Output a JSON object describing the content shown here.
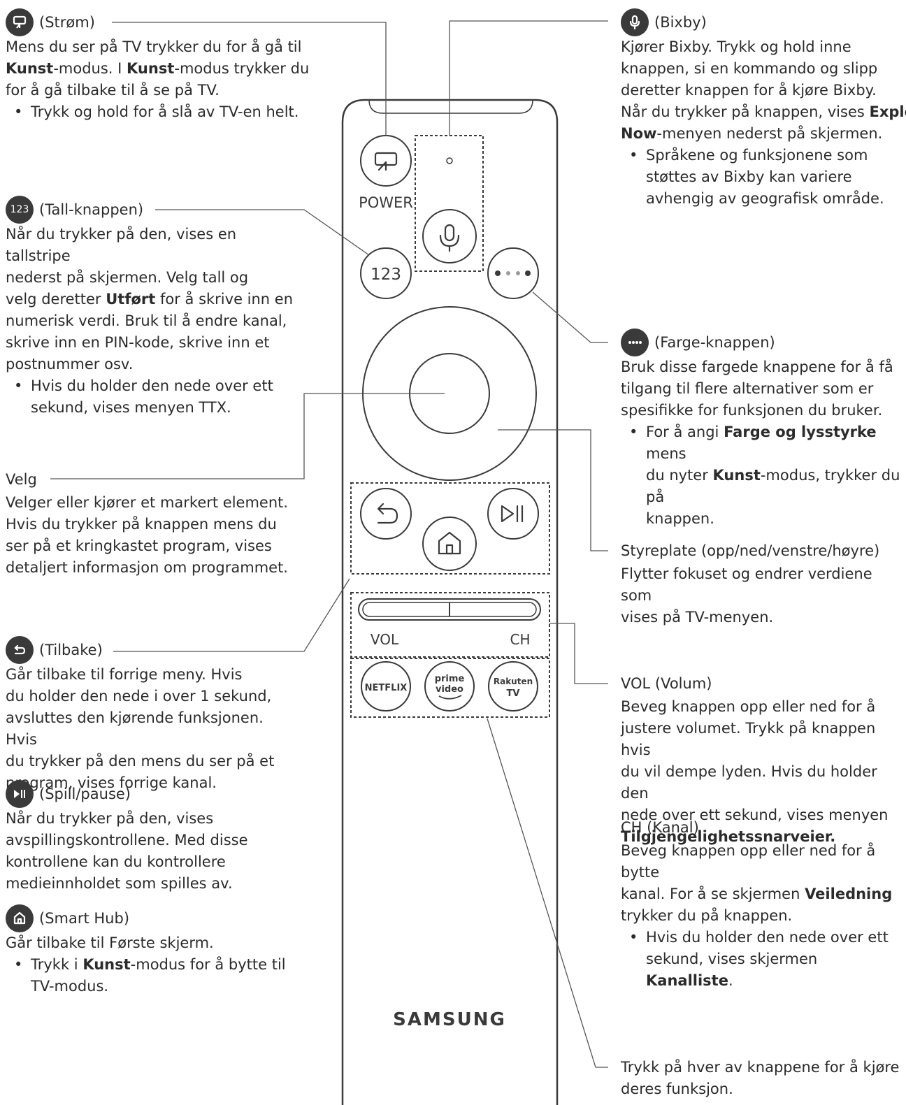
{
  "remote": {
    "power_label": "POWER",
    "number_label": "123",
    "vol_label": "VOL",
    "ch_label": "CH",
    "netflix_label": "NETFLIX",
    "prime_line1": "prime",
    "prime_line2": "video",
    "rakuten_line1": "Rakuten",
    "rakuten_line2": "TV",
    "brand": "SAMSUNG"
  },
  "left": {
    "power": {
      "title": "(Strøm)",
      "icon": "power-art-icon",
      "p1": "Mens du ser på TV trykker du for å gå til",
      "p2a": "Kunst",
      "p2b": "-modus. I ",
      "p2c": "Kunst",
      "p2d": "-modus trykker du",
      "p3": "for å gå tilbake til å se på TV.",
      "bullet": "Trykk og hold for å slå av TV-en helt."
    },
    "number": {
      "title": "(Tall-knappen)",
      "icon_text": "123",
      "p1": "Når du trykker på den, vises en tallstripe",
      "p2": "nederst på skjermen. Velg tall og",
      "p3a": "velg deretter ",
      "p3b": "Utført",
      "p3c": " for å skrive inn en",
      "p4": "numerisk verdi. Bruk til å endre kanal,",
      "p5": "skrive inn en PIN-kode, skrive inn et",
      "p6": "postnummer osv.",
      "bullet1": "Hvis du holder den nede over ett",
      "bullet2": "sekund, vises menyen TTX."
    },
    "select": {
      "title": "Velg",
      "p1": "Velger eller kjører et markert element.",
      "p2": "Hvis du trykker på knappen mens du",
      "p3": "ser på et kringkastet program, vises",
      "p4": "detaljert informasjon om programmet."
    },
    "back": {
      "title": "(Tilbake)",
      "icon": "back-arrow-icon",
      "p1": "Går tilbake til forrige meny. Hvis",
      "p2": "du holder den nede i over 1 sekund,",
      "p3": "avsluttes den kjørende funksjonen. Hvis",
      "p4": "du trykker på den mens du ser på et",
      "p5": "program, vises forrige kanal."
    },
    "play": {
      "title": "(Spill/pause)",
      "icon": "play-pause-icon",
      "p1": "Når du trykker på den, vises",
      "p2": "avspillingskontrollene. Med disse",
      "p3": "kontrollene kan du kontrollere",
      "p4": "medieinnholdet som spilles av."
    },
    "home": {
      "title": "(Smart Hub)",
      "icon": "home-icon",
      "p1": "Går tilbake til Første skjerm.",
      "bullet1a": "Trykk i ",
      "bullet1b": "Kunst",
      "bullet1c": "-modus for å bytte til",
      "bullet2": "TV-modus."
    }
  },
  "right": {
    "bixby": {
      "title": "(Bixby)",
      "icon": "microphone-icon",
      "p1": "Kjører Bixby. Trykk og hold inne",
      "p2": "knappen, si en kommando og slipp",
      "p3": "deretter knappen for å kjøre Bixby.",
      "p4a": "Når du trykker på knappen, vises ",
      "p4b": "Explore",
      "p5a": "Now",
      "p5b": "-menyen nederst på skjermen.",
      "bullet1": "Språkene og funksjonene som",
      "bullet2": "støttes av Bixby kan variere",
      "bullet3": "avhengig av geografisk område."
    },
    "color": {
      "title": "(Farge-knappen)",
      "icon": "color-dots-icon",
      "p1": "Bruk disse fargede knappene for å få",
      "p2": "tilgang til flere alternativer som er",
      "p3": "spesifikke for funksjonen du bruker.",
      "bullet1a": "For å angi ",
      "bullet1b": "Farge og lysstyrke",
      "bullet1c": " mens",
      "bullet2a": "du nyter ",
      "bullet2b": "Kunst",
      "bullet2c": "-modus, trykker du på",
      "bullet3": "knappen."
    },
    "dpad": {
      "title": "Styreplate (opp/ned/venstre/høyre)",
      "p1": "Flytter fokuset og endrer verdiene som",
      "p2": "vises på TV-menyen."
    },
    "vol": {
      "title": "VOL (Volum)",
      "p1": "Beveg knappen opp eller ned for å",
      "p2": "justere volumet. Trykk på knappen hvis",
      "p3": "du vil dempe lyden. Hvis du holder den",
      "p4": "nede over ett sekund, vises menyen",
      "p5": "Tilgjengelighetssnarveier."
    },
    "ch": {
      "title": "CH (Kanal)",
      "p1": "Beveg knappen opp eller ned for å bytte",
      "p2a": "kanal. For å se skjermen ",
      "p2b": "Veiledning",
      "p3": "trykker du på knappen.",
      "bullet1": "Hvis du holder den nede over ett",
      "bullet2a": "sekund, vises skjermen ",
      "bullet2b": "Kanalliste",
      "bullet2c": "."
    },
    "apps": {
      "p1": "Trykk på hver av knappene for å kjøre",
      "p2": "deres funksjon."
    }
  },
  "colors": {
    "ink": "#3a3a3a",
    "text": "#2b2b2b",
    "background": "#ffffff"
  }
}
